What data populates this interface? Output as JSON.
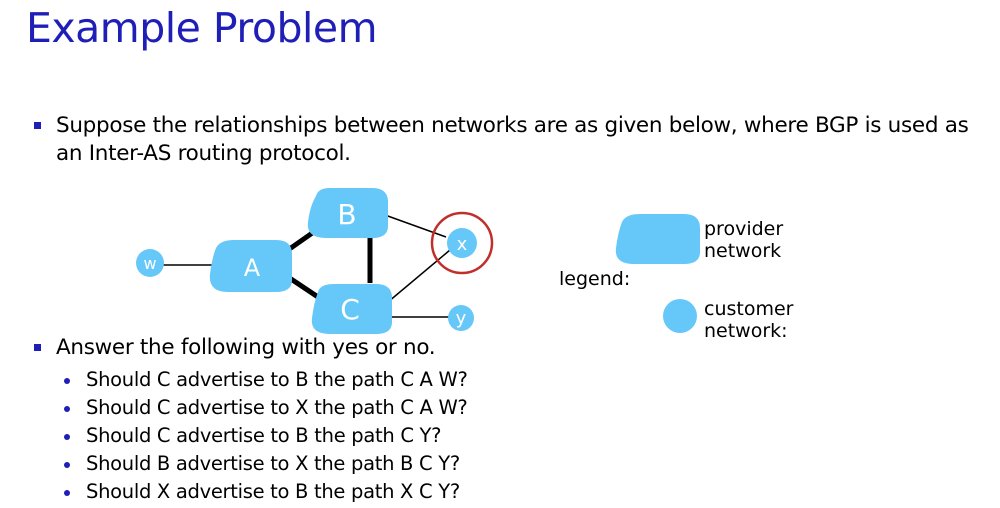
{
  "title": "Example Problem",
  "bullets": {
    "intro": "Suppose  the relationships between networks are  as given below, where BGP is used as an Inter-AS routing protocol.",
    "question": "Answer the following with yes or no.",
    "items": [
      "Should C advertise to B the path C A W?",
      "Should C advertise to X the path C A W?",
      "Should C advertise to B the path C Y?",
      "Should B advertise to X the path B C Y?",
      "Should X advertise to B the path X C Y?"
    ]
  },
  "diagram": {
    "nodes": {
      "A": "A",
      "B": "B",
      "C": "C",
      "w": "w",
      "x": "x",
      "y": "y"
    },
    "colors": {
      "network_fill": "#66c8f8",
      "highlight_ring": "#c0302a",
      "title": "#1f1fb8"
    }
  },
  "legend": {
    "label": "legend:",
    "provider": "provider\nnetwork",
    "customer": "customer\nnetwork:"
  }
}
